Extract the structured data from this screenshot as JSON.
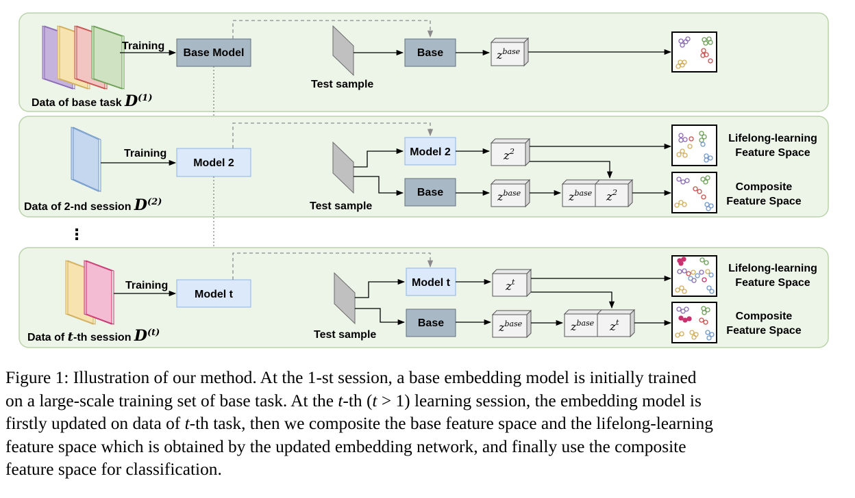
{
  "panels": [
    {
      "data_label": "Data of base task ",
      "data_symbol": "D",
      "data_superscript": "(1)",
      "training_label": "Training",
      "model_label": "Base Model",
      "test_label": "Test sample",
      "branch_top_label": "Base",
      "embedding_top": "z",
      "embedding_top_sup": "base"
    },
    {
      "data_label": "Data of 2-nd session ",
      "data_symbol": "D",
      "data_superscript": "(2)",
      "training_label": "Training",
      "model_label": "Model 2",
      "test_label": "Test sample",
      "branch_top_label": "Model 2",
      "branch_bottom_label": "Base",
      "embedding_top": "z",
      "embedding_top_sup": "2",
      "embedding_bottom": "z",
      "embedding_bottom_sup": "base",
      "space_top_line1": "Lifelong-learning",
      "space_top_line2": "Feature Space",
      "space_bottom_line1": "Composite",
      "space_bottom_line2": "Feature Space"
    },
    {
      "data_label": "Data of ",
      "data_label_t": "t",
      "data_label_rest": "-th session ",
      "data_symbol": "D",
      "data_superscript": "(t)",
      "training_label": "Training",
      "model_label": "Model t",
      "test_label": "Test sample",
      "branch_top_label": "Model t",
      "branch_bottom_label": "Base",
      "embedding_top": "z",
      "embedding_top_sup": "t",
      "embedding_bottom": "z",
      "embedding_bottom_sup": "base",
      "space_top_line1": "Lifelong-learning",
      "space_top_line2": "Feature Space",
      "space_bottom_line1": "Composite",
      "space_bottom_line2": "Feature Space"
    }
  ],
  "ellipsis": "⋮",
  "caption": {
    "p1": "Figure 1: Illustration of our method. At the 1-st session, a base embedding model is initially trained",
    "p2": "on a large-scale training set of base task. At the ",
    "t1": "t",
    "p3": "-th (",
    "t2": "t",
    "p4": " > 1) learning session, the embedding model is",
    "p5": "firstly updated on data of ",
    "t3": "t",
    "p6": "-th task, then we composite the base feature space and the lifelong-learning",
    "p7": "feature space which is obtained by the updated embedding network, and finally use the composite",
    "p8": "feature space for classification."
  },
  "colors": {
    "panel_fill": "#edf4e8",
    "panel_stroke": "#b9d3aa",
    "base_box": "#a9b8c5",
    "model_box": "#dbe9fb",
    "model_box_stroke": "#8fb3e2",
    "cube_face": "#f3f3f3",
    "test_sample": "#c0c0c0"
  }
}
